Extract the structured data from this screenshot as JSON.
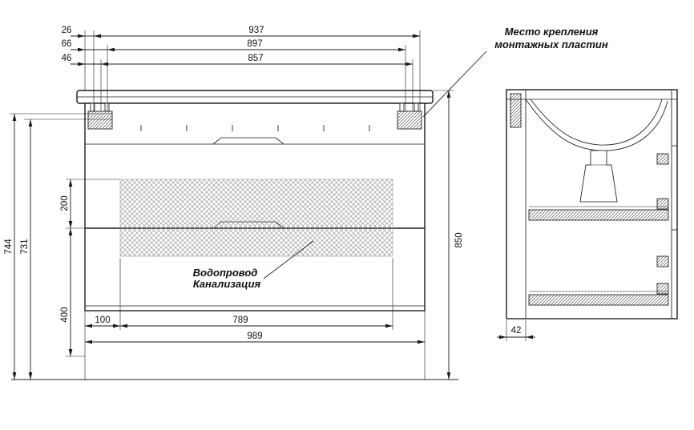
{
  "drawing": {
    "dims": {
      "d26": "26",
      "d937": "937",
      "d66": "66",
      "d897": "897",
      "d46": "46",
      "d857": "857",
      "d744": "744",
      "d731": "731",
      "d200": "200",
      "d400": "400",
      "d850": "850",
      "d100": "100",
      "d789": "789",
      "d989": "989",
      "d42": "42"
    },
    "annotations": {
      "mounting_l1": "Место крепления",
      "mounting_l2": "монтажных пластин",
      "plumb_l1": "Водопровод",
      "plumb_l2": "Канализация"
    }
  }
}
